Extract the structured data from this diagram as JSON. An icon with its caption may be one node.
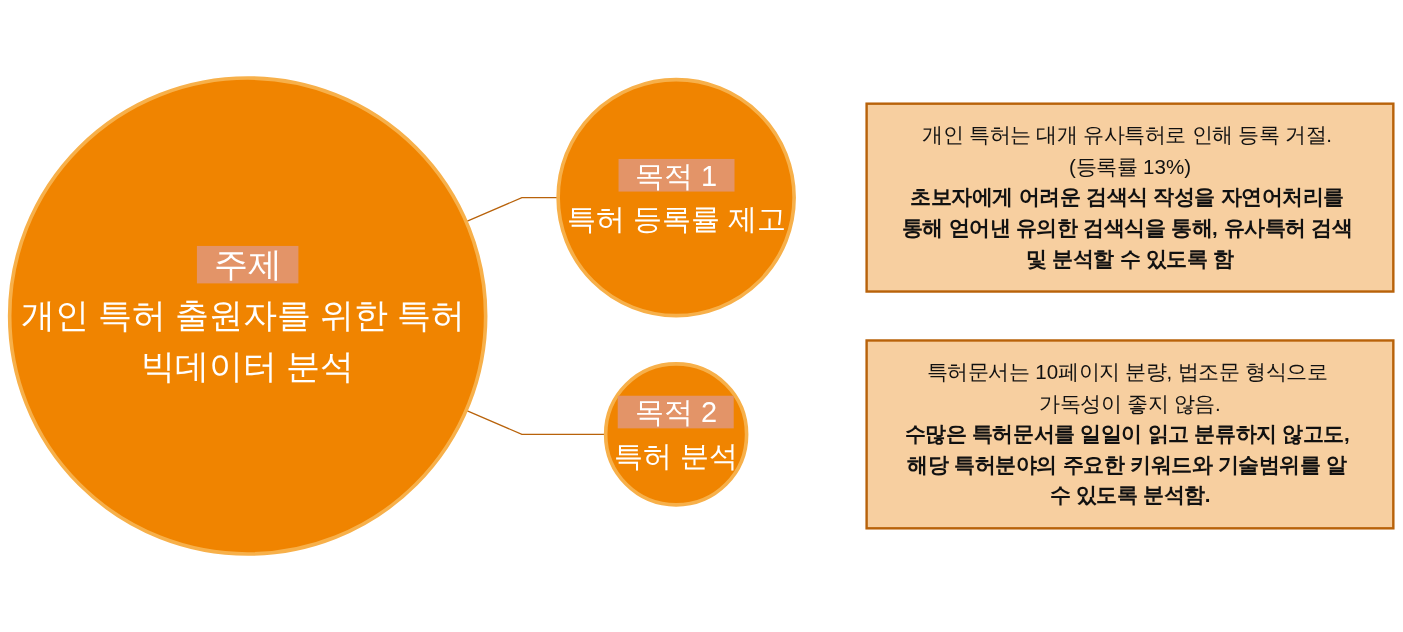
{
  "diagram": {
    "nodes": [
      {
        "text": [
          "주제",
          "개인 특허 출원자를 위한 특허 빅데이터 분석"
        ]
      },
      {
        "text": [
          "목적 1",
          "특허 등록률 제고"
        ]
      },
      {
        "text": [
          "개인 특허는 대개 유사특허로 인해 등록 거절. (등록률 13%)",
          "초보자에게 어려운 검색식 작성을 자연어처리를 통해 얻어낸 유의한 검색식을 통해, 유사특허 검색 및 분석할 수 있도록 함"
        ]
      },
      {
        "text": [
          "목적 2",
          "특허 분석"
        ]
      },
      {
        "text": [
          "특허문서는 10페이지 분량, 법조문 형식으로 가독성이 좋지 않음.",
          "수많은 특허문서를 일일이 읽고 분류하지 않고도, 해당 특허분야의 주요한 키워드와 기술범위를 알 수 있도록 분석함."
        ]
      }
    ],
    "edges": [
      {
        "from": 0,
        "to": 1,
        "arrow": "none"
      },
      {
        "from": 0,
        "to": 3,
        "arrow": "none"
      }
    ]
  }
}
